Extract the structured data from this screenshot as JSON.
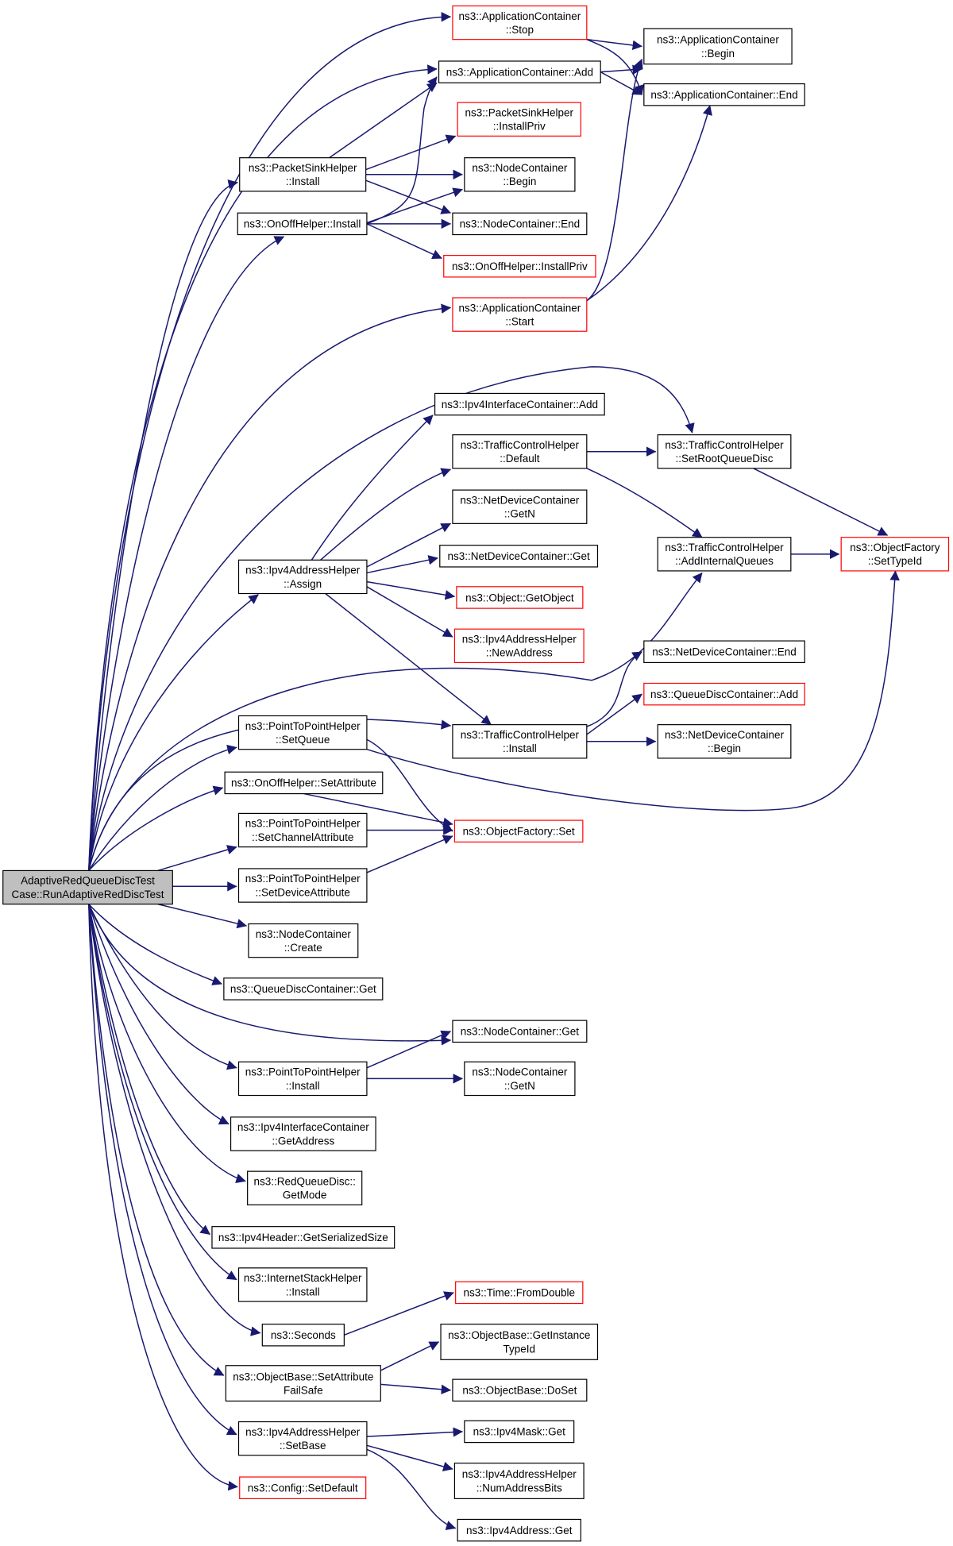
{
  "colors": {
    "edge": "#191970",
    "truncated_border": "#ff0000",
    "root_fill": "#bfbfbf",
    "node_border": "#000000"
  },
  "nodes": [
    {
      "id": "root",
      "lines": [
        "AdaptiveRedQueueDiscTest",
        "Case::RunAdaptiveRedDiscTest"
      ],
      "truncated": false,
      "root": true
    },
    {
      "id": "app_stop",
      "lines": [
        "ns3::ApplicationContainer",
        "::Stop"
      ],
      "truncated": true
    },
    {
      "id": "app_begin",
      "lines": [
        "ns3::ApplicationContainer",
        "::Begin"
      ],
      "truncated": false
    },
    {
      "id": "app_add",
      "lines": [
        "ns3::ApplicationContainer::Add"
      ],
      "truncated": false
    },
    {
      "id": "app_end",
      "lines": [
        "ns3::ApplicationContainer::End"
      ],
      "truncated": false
    },
    {
      "id": "psh_installpriv",
      "lines": [
        "ns3::PacketSinkHelper",
        "::InstallPriv"
      ],
      "truncated": true
    },
    {
      "id": "psh_install",
      "lines": [
        "ns3::PacketSinkHelper",
        "::Install"
      ],
      "truncated": false
    },
    {
      "id": "nc_begin",
      "lines": [
        "ns3::NodeContainer",
        "::Begin"
      ],
      "truncated": false
    },
    {
      "id": "ooh_install",
      "lines": [
        "ns3::OnOffHelper::Install"
      ],
      "truncated": false
    },
    {
      "id": "nc_end",
      "lines": [
        "ns3::NodeContainer::End"
      ],
      "truncated": false
    },
    {
      "id": "ooh_installpriv",
      "lines": [
        "ns3::OnOffHelper::InstallPriv"
      ],
      "truncated": true
    },
    {
      "id": "app_start",
      "lines": [
        "ns3::ApplicationContainer",
        "::Start"
      ],
      "truncated": true
    },
    {
      "id": "iic_add",
      "lines": [
        "ns3::Ipv4InterfaceContainer::Add"
      ],
      "truncated": false
    },
    {
      "id": "tch_default",
      "lines": [
        "ns3::TrafficControlHelper",
        "::Default"
      ],
      "truncated": false
    },
    {
      "id": "tch_setroot",
      "lines": [
        "ns3::TrafficControlHelper",
        "::SetRootQueueDisc"
      ],
      "truncated": false
    },
    {
      "id": "ndc_getn",
      "lines": [
        "ns3::NetDeviceContainer",
        "::GetN"
      ],
      "truncated": false
    },
    {
      "id": "tch_addinternal",
      "lines": [
        "ns3::TrafficControlHelper",
        "::AddInternalQueues"
      ],
      "truncated": false
    },
    {
      "id": "of_settypeid",
      "lines": [
        "ns3::ObjectFactory",
        "::SetTypeId"
      ],
      "truncated": true
    },
    {
      "id": "iah_assign",
      "lines": [
        "ns3::Ipv4AddressHelper",
        "::Assign"
      ],
      "truncated": false
    },
    {
      "id": "ndc_get",
      "lines": [
        "ns3::NetDeviceContainer::Get"
      ],
      "truncated": false
    },
    {
      "id": "obj_getobject",
      "lines": [
        "ns3::Object::GetObject"
      ],
      "truncated": true
    },
    {
      "id": "iah_newaddress",
      "lines": [
        "ns3::Ipv4AddressHelper",
        "::NewAddress"
      ],
      "truncated": true
    },
    {
      "id": "ndc_end",
      "lines": [
        "ns3::NetDeviceContainer::End"
      ],
      "truncated": false
    },
    {
      "id": "qdc_add",
      "lines": [
        "ns3::QueueDiscContainer::Add"
      ],
      "truncated": true
    },
    {
      "id": "p2p_setqueue",
      "lines": [
        "ns3::PointToPointHelper",
        "::SetQueue"
      ],
      "truncated": false
    },
    {
      "id": "tch_install",
      "lines": [
        "ns3::TrafficControlHelper",
        "::Install"
      ],
      "truncated": false
    },
    {
      "id": "ndc_begin",
      "lines": [
        "ns3::NetDeviceContainer",
        "::Begin"
      ],
      "truncated": false
    },
    {
      "id": "ooh_setattr",
      "lines": [
        "ns3::OnOffHelper::SetAttribute"
      ],
      "truncated": false
    },
    {
      "id": "p2p_setchannel",
      "lines": [
        "ns3::PointToPointHelper",
        "::SetChannelAttribute"
      ],
      "truncated": false
    },
    {
      "id": "of_set",
      "lines": [
        "ns3::ObjectFactory::Set"
      ],
      "truncated": true
    },
    {
      "id": "p2p_setdevice",
      "lines": [
        "ns3::PointToPointHelper",
        "::SetDeviceAttribute"
      ],
      "truncated": false
    },
    {
      "id": "nc_create",
      "lines": [
        "ns3::NodeContainer",
        "::Create"
      ],
      "truncated": false
    },
    {
      "id": "qdc_get",
      "lines": [
        "ns3::QueueDiscContainer::Get"
      ],
      "truncated": false
    },
    {
      "id": "nc_get",
      "lines": [
        "ns3::NodeContainer::Get"
      ],
      "truncated": false
    },
    {
      "id": "p2p_install",
      "lines": [
        "ns3::PointToPointHelper",
        "::Install"
      ],
      "truncated": false
    },
    {
      "id": "nc_getn",
      "lines": [
        "ns3::NodeContainer",
        "::GetN"
      ],
      "truncated": false
    },
    {
      "id": "iic_getaddress",
      "lines": [
        "ns3::Ipv4InterfaceContainer",
        "::GetAddress"
      ],
      "truncated": false
    },
    {
      "id": "rqd_getmode",
      "lines": [
        "ns3::RedQueueDisc::",
        "GetMode"
      ],
      "truncated": false
    },
    {
      "id": "ih_getsersize",
      "lines": [
        "ns3::Ipv4Header::GetSerializedSize"
      ],
      "truncated": false
    },
    {
      "id": "ish_install",
      "lines": [
        "ns3::InternetStackHelper",
        "::Install"
      ],
      "truncated": false
    },
    {
      "id": "time_fromdouble",
      "lines": [
        "ns3::Time::FromDouble"
      ],
      "truncated": true
    },
    {
      "id": "seconds",
      "lines": [
        "ns3::Seconds"
      ],
      "truncated": false
    },
    {
      "id": "ob_getinstance",
      "lines": [
        "ns3::ObjectBase::GetInstance",
        "TypeId"
      ],
      "truncated": false
    },
    {
      "id": "ob_setattrfs",
      "lines": [
        "ns3::ObjectBase::SetAttribute",
        "FailSafe"
      ],
      "truncated": false
    },
    {
      "id": "ob_doset",
      "lines": [
        "ns3::ObjectBase::DoSet"
      ],
      "truncated": false
    },
    {
      "id": "mask_get",
      "lines": [
        "ns3::Ipv4Mask::Get"
      ],
      "truncated": false
    },
    {
      "id": "iah_setbase",
      "lines": [
        "ns3::Ipv4AddressHelper",
        "::SetBase"
      ],
      "truncated": false
    },
    {
      "id": "iah_numbits",
      "lines": [
        "ns3::Ipv4AddressHelper",
        "::NumAddressBits"
      ],
      "truncated": false
    },
    {
      "id": "config_setdefault",
      "lines": [
        "ns3::Config::SetDefault"
      ],
      "truncated": true
    },
    {
      "id": "addr_get",
      "lines": [
        "ns3::Ipv4Address::Get"
      ],
      "truncated": false
    }
  ]
}
